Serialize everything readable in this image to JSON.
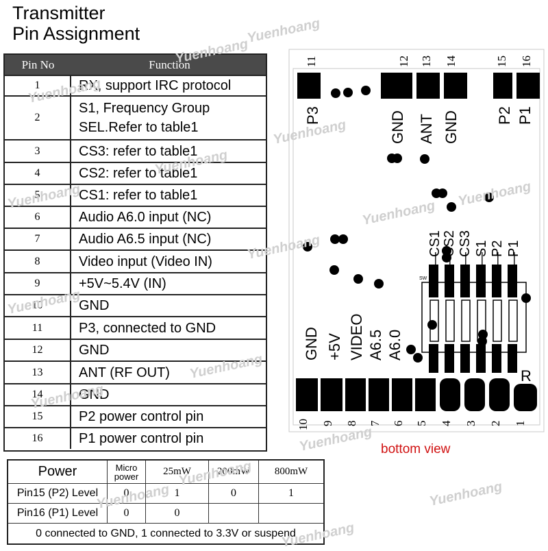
{
  "title": {
    "line1": "Transmitter",
    "line2": "Pin Assignment"
  },
  "pin_table": {
    "header": {
      "pin_no": "Pin No",
      "function": "Function"
    },
    "rows": [
      {
        "no": "1",
        "function": "RX, support IRC protocol"
      },
      {
        "no": "2",
        "function": "S1, Frequency Group\nSEL.Refer to table1"
      },
      {
        "no": "3",
        "function": "CS3: refer to table1"
      },
      {
        "no": "4",
        "function": "CS2: refer to table1"
      },
      {
        "no": "5",
        "function": "CS1: refer to table1"
      },
      {
        "no": "6",
        "function": "Audio A6.0 input (NC)"
      },
      {
        "no": "7",
        "function": "Audio A6.5 input (NC)"
      },
      {
        "no": "8",
        "function": "Video input (Video IN)"
      },
      {
        "no": "9",
        "function": "+5V~5.4V (IN)"
      },
      {
        "no": "10",
        "function": "GND"
      },
      {
        "no": "11",
        "function": "P3, connected to GND"
      },
      {
        "no": "12",
        "function": "GND"
      },
      {
        "no": "13",
        "function": "ANT (RF OUT)"
      },
      {
        "no": "14",
        "function": "GND"
      },
      {
        "no": "15",
        "function": "P2 power control pin"
      },
      {
        "no": "16",
        "function": "P1 power control pin"
      }
    ]
  },
  "power_table": {
    "power_label": "Power",
    "columns": [
      "Micro power",
      "25mW",
      "200mW",
      "800mW"
    ],
    "rows": [
      {
        "label": "Pin15 (P2) Level",
        "values": [
          "0",
          "1",
          "0",
          "1"
        ]
      },
      {
        "label": "Pin16 (P1) Level",
        "values": [
          "0",
          "0",
          "",
          ""
        ]
      }
    ],
    "note": "0 connected to GND, 1 connected to 3.3V or suspend"
  },
  "diagram": {
    "top_pins": [
      "11",
      "12",
      "13",
      "14",
      "15",
      "16"
    ],
    "top_labels": [
      "P3",
      "GND",
      "ANT",
      "GND",
      "P2",
      "P1"
    ],
    "bottom_pins": [
      "10",
      "9",
      "8",
      "7",
      "6",
      "5",
      "4",
      "3",
      "2",
      "1"
    ],
    "bottom_labels": [
      "GND",
      "+5V",
      "VIDEO",
      "A6.5",
      "A6.0"
    ],
    "switch_labels": [
      "CS1",
      "CS2",
      "CS3",
      "S1",
      "P2",
      "P1"
    ],
    "switch_marks": [
      "—",
      "—",
      "—",
      "—",
      "—",
      "—"
    ],
    "small_mark": "SW",
    "r_label": "R",
    "caption": "bottom view"
  },
  "watermark": "Yuenhoang",
  "colors": {
    "header_bg": "#4a4a4a",
    "caption": "#d01010",
    "watermark": "#cfcfcf"
  }
}
